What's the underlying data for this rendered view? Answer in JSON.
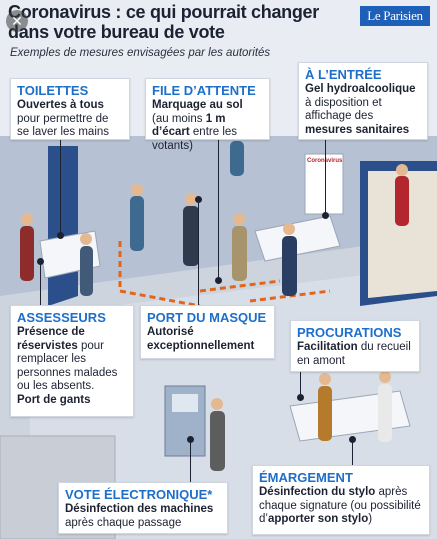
{
  "header": {
    "title_line1": "Coronavirus : ce qui pourrait changer",
    "title_line2": "dans votre bureau de vote",
    "subtitle": "Exemples de mesures envisagées par les autorités",
    "logo": "Le Parisien"
  },
  "callouts": {
    "toilettes": {
      "heading": "TOILETTES",
      "bold": "Ouvertes à tous",
      "text": "pour permettre de se laver les mains"
    },
    "file": {
      "heading": "FILE D’ATTENTE",
      "bold": "Marquage au sol",
      "text_pre": "(au moins ",
      "bold2": "1 m d’écart",
      "text_post": " entre les votants)"
    },
    "entree": {
      "heading": "À L’ENTRÉE",
      "bold": "Gel hydroalcoolique",
      "text": "à disposition et affichage des",
      "bold2": "mesures sanitaires"
    },
    "assesseurs": {
      "heading": "ASSESSEURS",
      "bold": "Présence de réservistes",
      "text": "pour remplacer les personnes malades ou les absents.",
      "bold2": "Port de gants"
    },
    "masque": {
      "heading": "PORT DU MASQUE",
      "bold": "Autorisé exceptionnellement"
    },
    "procurations": {
      "heading": "PROCURATIONS",
      "bold": "Facilitation",
      "text": "du recueil en amont"
    },
    "vote": {
      "heading": "VOTE ÉLECTRONIQUE*",
      "bold": "Désinfection des machines",
      "text": "après chaque passage"
    },
    "emargement": {
      "heading": "ÉMARGEMENT",
      "bold": "Désinfection du stylo",
      "text": "après chaque signature (ou possibilité d’",
      "bold2": "apporter son stylo",
      "text2": ")"
    }
  },
  "scene_sign": "Coronavirus",
  "colors": {
    "accent": "#1e6fc9",
    "floor": "#c7ced9",
    "wall": "#a9b6c8",
    "marking": "#e2661a",
    "logo_bg": "#1e5fb8"
  }
}
